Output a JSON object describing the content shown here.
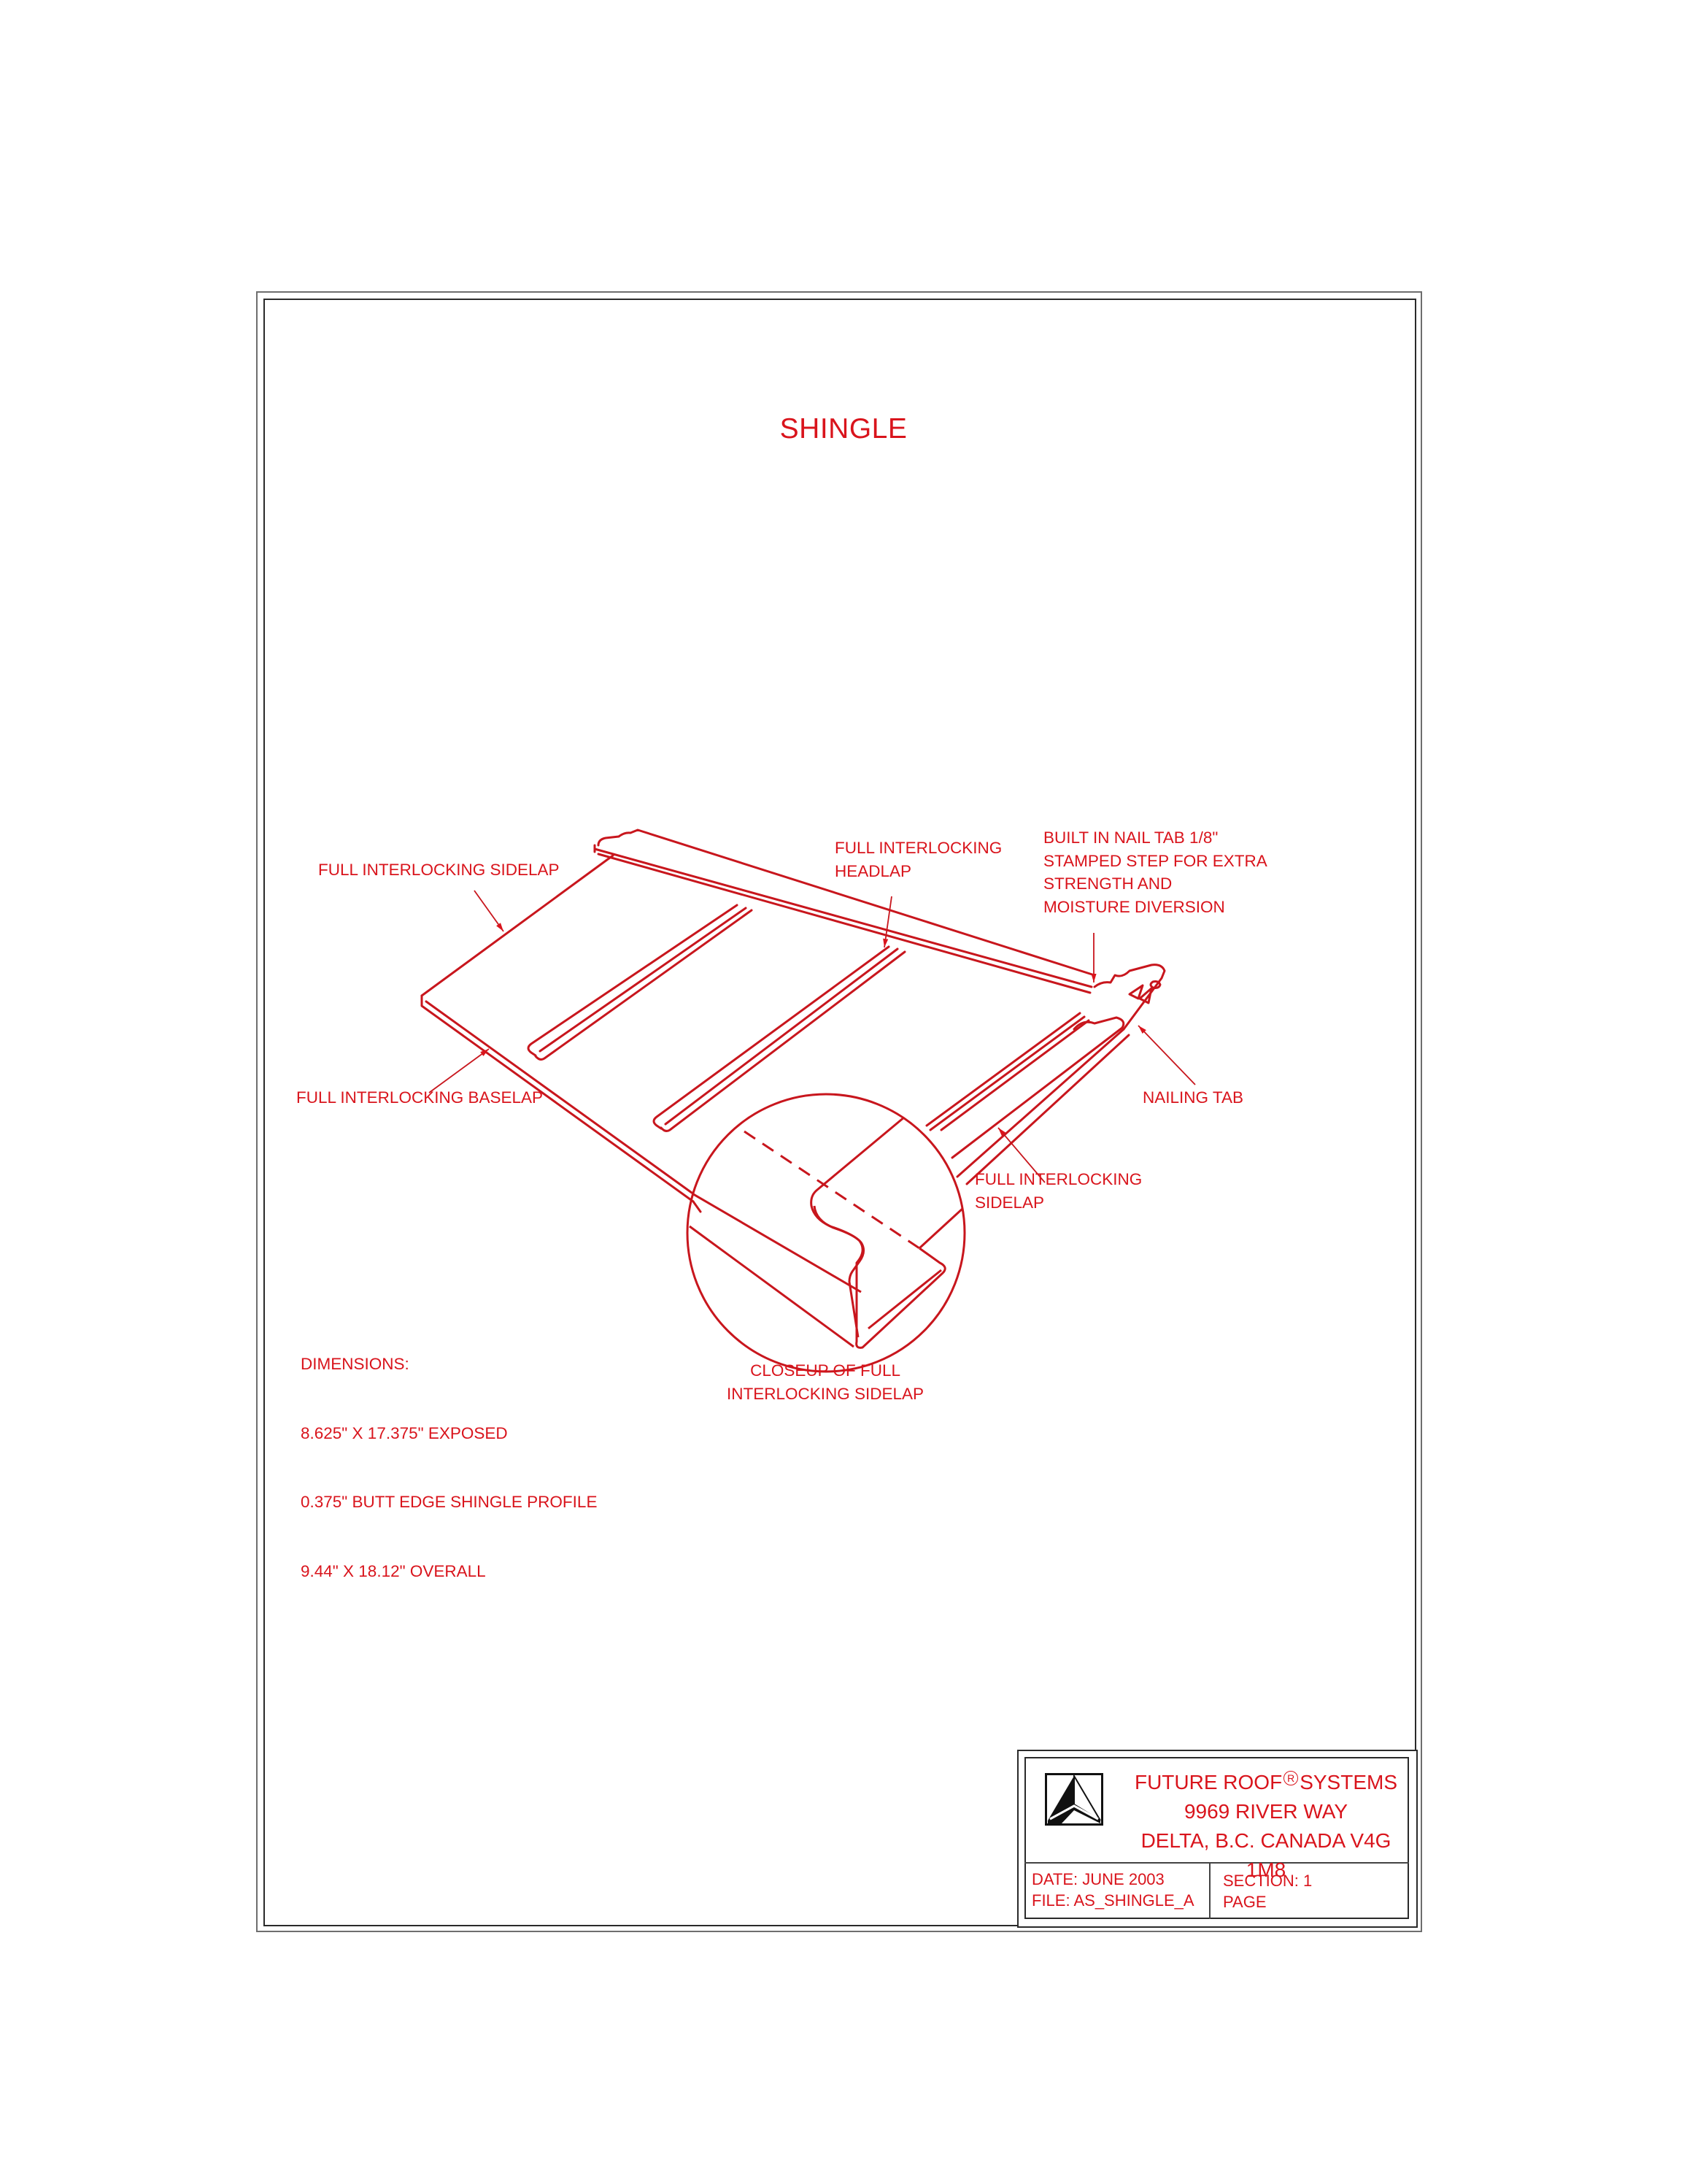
{
  "drawing": {
    "title": "SHINGLE",
    "accent_color": "#d9141c",
    "frame_color": "#2a2a2a",
    "callouts": {
      "sidelap_top": "FULL INTERLOCKING SIDELAP",
      "headlap": "FULL INTERLOCKING\nHEADLAP",
      "nail_tab_note": "BUILT IN NAIL TAB 1/8\"\nSTAMPED STEP FOR EXTRA\nSTRENGTH AND\nMOISTURE DIVERSION",
      "baselap": "FULL INTERLOCKING BASELAP",
      "nailing_tab": "NAILING TAB",
      "sidelap_right": "FULL INTERLOCKING\nSIDELAP",
      "closeup": "CLOSEUP OF FULL\nINTERLOCKING SIDELAP"
    },
    "dimensions": {
      "heading": "DIMENSIONS:",
      "lines": [
        "8.625\" X 17.375\" EXPOSED",
        "0.375\" BUTT EDGE SHINGLE PROFILE",
        "9.44\" X 18.12\" OVERALL"
      ]
    }
  },
  "title_block": {
    "logo_icon": "future-roof-triangle-logo",
    "company_part1": "FUTURE  ROOF",
    "registered_mark": "R",
    "company_part2": "SYSTEMS",
    "address_line1": "9969 RIVER WAY",
    "address_line2": "DELTA, B.C. CANADA V4G 1M8",
    "date": "DATE: JUNE 2003",
    "file": "FILE: AS_SHINGLE_A",
    "section": "SECTION: 1",
    "page": "PAGE"
  }
}
